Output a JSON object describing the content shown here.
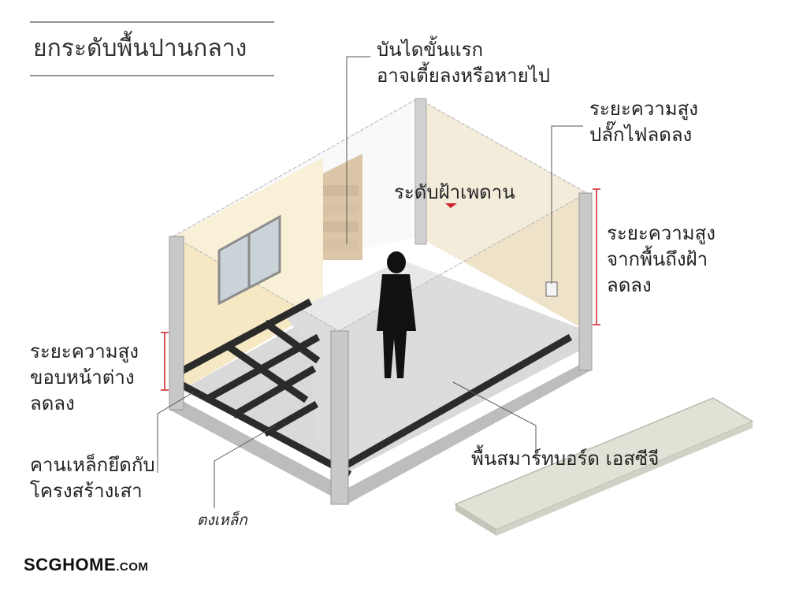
{
  "title": "ยกระดับพื้นปานกลาง",
  "labels": {
    "first_step_line1": "บันไดขั้นแรก",
    "first_step_line2": "อาจเตี้ยลงหรือหายไป",
    "ceiling_level": "ระดับฝ้าเพดาน",
    "plug_height_line1": "ระยะความสูง",
    "plug_height_line2": "ปลั๊กไฟลดลง",
    "floor_to_ceiling_line1": "ระยะความสูง",
    "floor_to_ceiling_line2": "จากพื้นถึงฝ้า",
    "floor_to_ceiling_line3": "ลดลง",
    "window_sill_line1": "ระยะความสูง",
    "window_sill_line2": "ขอบหน้าต่าง",
    "window_sill_line3": "ลดลง",
    "steel_beam_line1": "คานเหล็กยึดกับ",
    "steel_beam_line2": "โครงสร้างเสา",
    "steel_grid": "ตงเหล็ก",
    "smartboard": "พื้นสมาร์ทบอร์ด เอสซีจี"
  },
  "brand": {
    "main": "SCGHOME",
    "suffix": ".COM"
  },
  "colors": {
    "wall_left": "#f7e8c4",
    "wall_back_right": "#ece0c2",
    "floor": "#d9d9d9",
    "concrete": "#bdbdbd",
    "steel": "#2b2b2b",
    "marker_red": "#d11f26",
    "board": "#dfe3d6"
  }
}
